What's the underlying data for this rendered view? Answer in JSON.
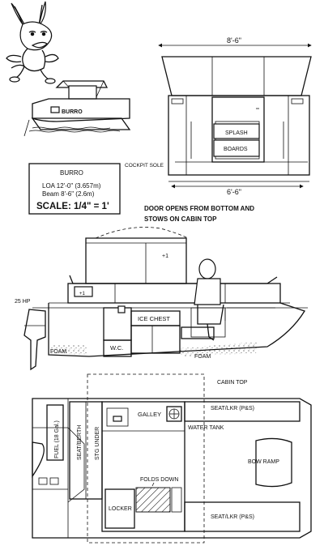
{
  "boat_name": "BURRO",
  "hull_name": "BURRO",
  "dims": {
    "loa": "LOA 12'-0\" (3.657m)",
    "beam": "Beam 8'-6\" (2.6m)",
    "scale": "SCALE: 1/4\" = 1'"
  },
  "front_view": {
    "top_dim": "8'-6\"",
    "bottom_dim": "6'-6\"",
    "splash": "SPLASH",
    "boards": "BOARDS",
    "cockpit": "COCKPIT SOLE"
  },
  "door_note": "DOOR OPENS FROM BOTTOM AND STOWS ON CABIN TOP",
  "side_view": {
    "engine": "25 HP",
    "foam_aft": "FOAM",
    "foam_fwd": "FOAM",
    "ice_chest": "ICE CHEST",
    "wc": "W.C."
  },
  "plan": {
    "cabin_top": "CABIN TOP",
    "fuel": "FUEL (18 Gal.)",
    "seat_berth": "SEAT/BERTH",
    "stg_under": "STG UNDER",
    "galley": "GALLEY",
    "water_tank": "WATER TANK",
    "seat_top": "SEAT/LKR (P&S)",
    "bow_ramp": "BOW RAMP",
    "folds_down": "FOLDS DOWN",
    "locker": "LOCKER",
    "seat_bottom": "SEAT/LKR (P&S)"
  },
  "colors": {
    "ink": "#111111",
    "paper": "#ffffff"
  }
}
